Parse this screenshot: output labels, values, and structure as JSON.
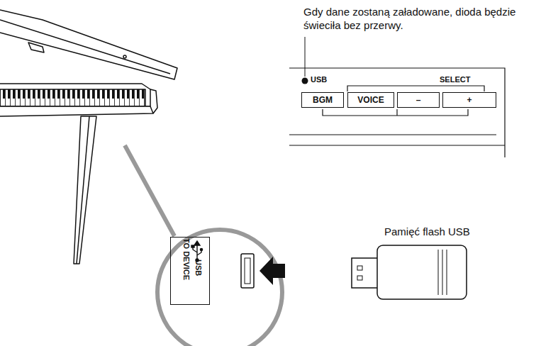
{
  "diagram": {
    "nodes": [
      {
        "text": [
          "BGM"
        ]
      },
      {
        "text": [
          "VOICE"
        ]
      },
      {
        "text": [
          "–"
        ]
      },
      {
        "text": [
          "+"
        ]
      },
      {
        "text": [
          "USB",
          "TO DEVICE"
        ]
      }
    ],
    "labels": [
      "Gdy dane zostaną załadowane, dioda będzie świeciła bez przerwy.",
      "USB",
      "SELECT",
      "Pamięć flash USB"
    ]
  }
}
